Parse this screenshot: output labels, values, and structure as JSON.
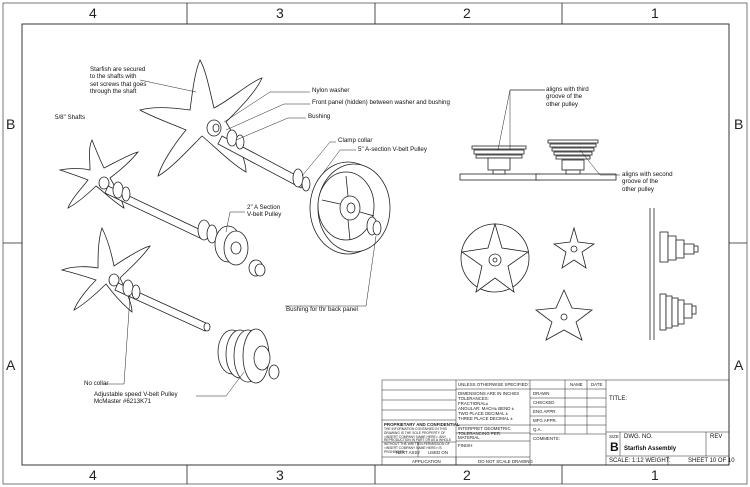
{
  "border": {
    "columns_top": [
      "4",
      "3",
      "2",
      "1"
    ],
    "columns_bottom": [
      "4",
      "3",
      "2",
      "1"
    ],
    "rows_left": [
      "B",
      "A"
    ],
    "rows_right": [
      "B",
      "A"
    ]
  },
  "callouts": {
    "starfish": "Starfish are secured\nto the shafts with\nset screws that goes\nthrough the shaft",
    "shafts": "5/8\" Shafts",
    "nylon_washer": "Nylon washer",
    "front_panel": "Front panel (hidden)  between washer and bushing",
    "bushing": "Bushing",
    "clamp_collar": "Clamp collar",
    "pulley_5in": "5\" A-section V-belt Pulley",
    "pulley_2in": "2\" A Section\nV-belt Pulley",
    "bushing_back": "Bushing for thr back panel",
    "no_collar": "No collar",
    "adjustable": "Adjustable speed V-belt Pulley\nMcMaster #6213K71",
    "aligns_third": "aligns with third\ngroove of the\nother pulley",
    "aligns_second": "aligns with second\ngroove of the\nother pulley"
  },
  "title_block": {
    "tolerance_header": "UNLESS OTHERWISE SPECIFIED:",
    "dimensions_note": "DIMENSIONS ARE IN INCHES\nTOLERANCES:\nFRACTIONAL±\nANGULAR: MACH±   BEND ±\nTWO PLACE DECIMAL  ±\nTHREE PLACE DECIMAL  ±",
    "geometric": "INTERPRET GEOMETRIC\nTOLERANCING PER:",
    "material": "MATERIAL",
    "finish": "FINISH",
    "next_assy": "NEXT ASSY",
    "used_on": "USED ON",
    "application": "APPLICATION",
    "do_not_scale": "DO NOT SCALE DRAWING",
    "name": "NAME",
    "date": "DATE",
    "drawn": "DRAWN",
    "checked": "CHECKED",
    "eng_appr": "ENG APPR.",
    "mfg_appr": "MFG APPR.",
    "qa": "Q.A.",
    "comments": "COMMENTS:",
    "proprietary_title": "PROPRIETARY AND CONFIDENTIAL",
    "proprietary_text": "THE INFORMATION CONTAINED IN THIS\nDRAWING IS THE SOLE PROPERTY OF\n<INSERT COMPANY NAME HERE>. ANY\nREPRODUCTION IN PART OR AS A WHOLE\nWITHOUT THE WRITTEN PERMISSION OF\n<INSERT COMPANY NAME HERE> IS\nPROHIBITED.",
    "title_label": "TITLE:",
    "size_label": "SIZE",
    "size_value": "B",
    "dwg_no_label": "DWG.  NO.",
    "rev_label": "REV",
    "drawing_title": "Starfish Assembly",
    "scale": "SCALE: 1:12 WEIGHT:",
    "sheet": "SHEET 10 OF 10"
  }
}
